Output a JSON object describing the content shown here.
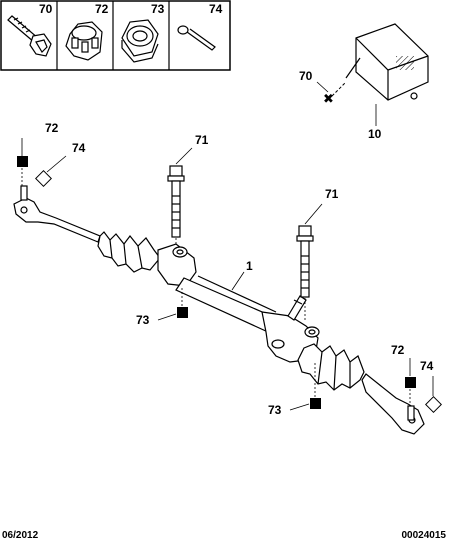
{
  "header_parts": [
    {
      "code": "70",
      "icon": "bolt-icon"
    },
    {
      "code": "72",
      "icon": "castle-nut-icon"
    },
    {
      "code": "73",
      "icon": "lock-nut-icon"
    },
    {
      "code": "74",
      "icon": "cotter-pin-icon"
    }
  ],
  "labels": {
    "ecu_bolt": "70",
    "ecu": "10",
    "left_tie_nut": "72",
    "left_pin": "74",
    "bolt_a": "71",
    "bolt_b": "71",
    "rack": "1",
    "nut_a": "73",
    "nut_b": "73",
    "right_tie_nut": "72",
    "right_pin": "74"
  },
  "footer": {
    "date": "06/2012",
    "ref": "00024015"
  }
}
